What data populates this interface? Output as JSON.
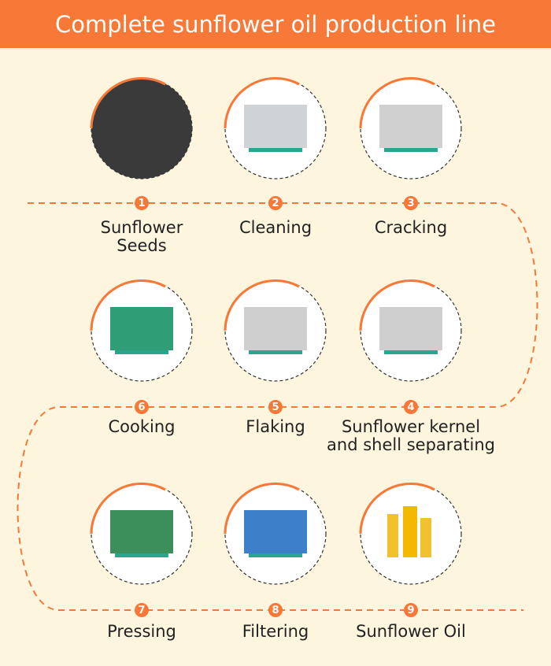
{
  "title": "Complete sunflower oil production line",
  "accent": "#f87837",
  "steps": [
    {
      "num": "1",
      "label": "Sunflower Seeds",
      "image": "sunflower-seeds-photo"
    },
    {
      "num": "2",
      "label": "Cleaning",
      "image": "cleaning-machine-photo"
    },
    {
      "num": "3",
      "label": "Cracking",
      "image": "cracking-machine-photo"
    },
    {
      "num": "4",
      "label": "Sunflower kernel and shell separating",
      "image": "separator-machine-photo"
    },
    {
      "num": "5",
      "label": "Flaking",
      "image": "flaking-machine-photo"
    },
    {
      "num": "6",
      "label": "Cooking",
      "image": "cooker-machine-photo"
    },
    {
      "num": "7",
      "label": "Pressing",
      "image": "oil-press-photo"
    },
    {
      "num": "8",
      "label": "Filtering",
      "image": "filter-machine-photo"
    },
    {
      "num": "9",
      "label": "Sunflower Oil",
      "image": "oil-bottles-photo"
    }
  ]
}
